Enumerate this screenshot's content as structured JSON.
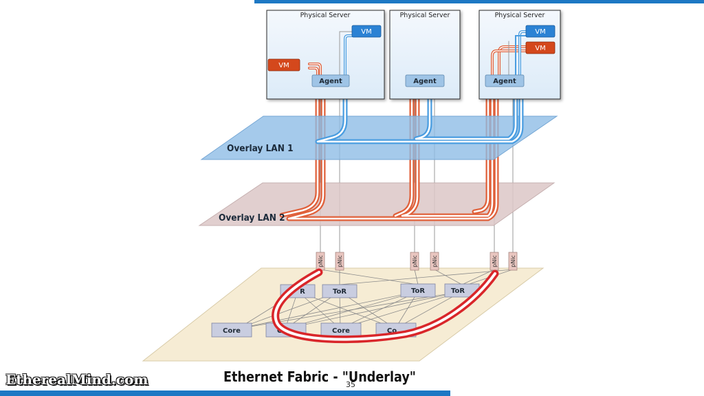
{
  "servers": [
    {
      "title": "Physical  Server",
      "agent": "Agent",
      "vms": [
        "VM",
        "VM"
      ]
    },
    {
      "title": "Physical  Server",
      "agent": "Agent",
      "vms": []
    },
    {
      "title": "Physical  Server",
      "agent": "Agent",
      "vms": [
        "VM",
        "VM"
      ]
    }
  ],
  "overlay_lan_1": "Overlay LAN 1",
  "overlay_lan_2": "Overlay LAN 2",
  "pnic_label": "pNic",
  "tor_labels": [
    "R",
    "ToR",
    "ToR",
    "ToR"
  ],
  "core_labels": [
    "Core",
    "Co",
    "Core",
    "Co"
  ],
  "caption": "Ethernet Fabric - \"Underlay\"",
  "page_number": "35",
  "logo": "EtherealMind.com",
  "colors": {
    "vm_blue": "#2b82d4",
    "vm_orange": "#d4481c",
    "overlay_lan_1": "#8fbde6",
    "overlay_lan_2": "#dcc7c7",
    "underlay": "#f6ecd4",
    "underlay_path": "#d9262a",
    "brand_bar": "#1d78c4"
  }
}
